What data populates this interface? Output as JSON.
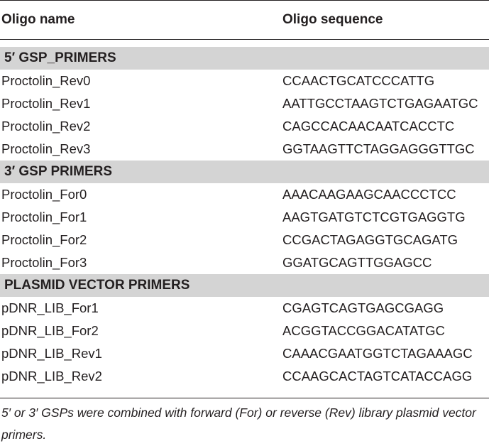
{
  "table": {
    "headers": [
      "Oligo name",
      "Oligo sequence"
    ],
    "sections": [
      {
        "title": "5′ GSP_PRIMERS",
        "rows": [
          [
            "Proctolin_Rev0",
            "CCAACTGCATCCCATTG"
          ],
          [
            "Proctolin_Rev1",
            "AATTGCCTAAGTCTGAGAATGC"
          ],
          [
            "Proctolin_Rev2",
            "CAGCCACAACAATCACCTC"
          ],
          [
            "Proctolin_Rev3",
            "GGTAAGTTCTAGGAGGGTTGC"
          ]
        ]
      },
      {
        "title": "3′ GSP PRIMERS",
        "rows": [
          [
            "Proctolin_For0",
            "AAACAAGAAGCAACCCTCC"
          ],
          [
            "Proctolin_For1",
            "AAGTGATGTCTCGTGAGGTG"
          ],
          [
            "Proctolin_For2",
            "CCGACTAGAGGTGCAGATG"
          ],
          [
            "Proctolin_For3",
            "GGATGCAGTTGGAGCC"
          ]
        ]
      },
      {
        "title": "PLASMID VECTOR PRIMERS",
        "rows": [
          [
            "pDNR_LIB_For1",
            "CGAGTCAGTGAGCGAGG"
          ],
          [
            "pDNR_LIB_For2",
            "ACGGTACCGGACATATGC"
          ],
          [
            "pDNR_LIB_Rev1",
            "CAAACGAATGGTCTAGAAAGC"
          ],
          [
            "pDNR_LIB_Rev2",
            "CCAAGCACTAGTCATACCAGG"
          ]
        ]
      }
    ]
  },
  "footnote": "5′ or 3′ GSPs were combined with forward (For) or reverse (Rev) library plasmid vector primers."
}
